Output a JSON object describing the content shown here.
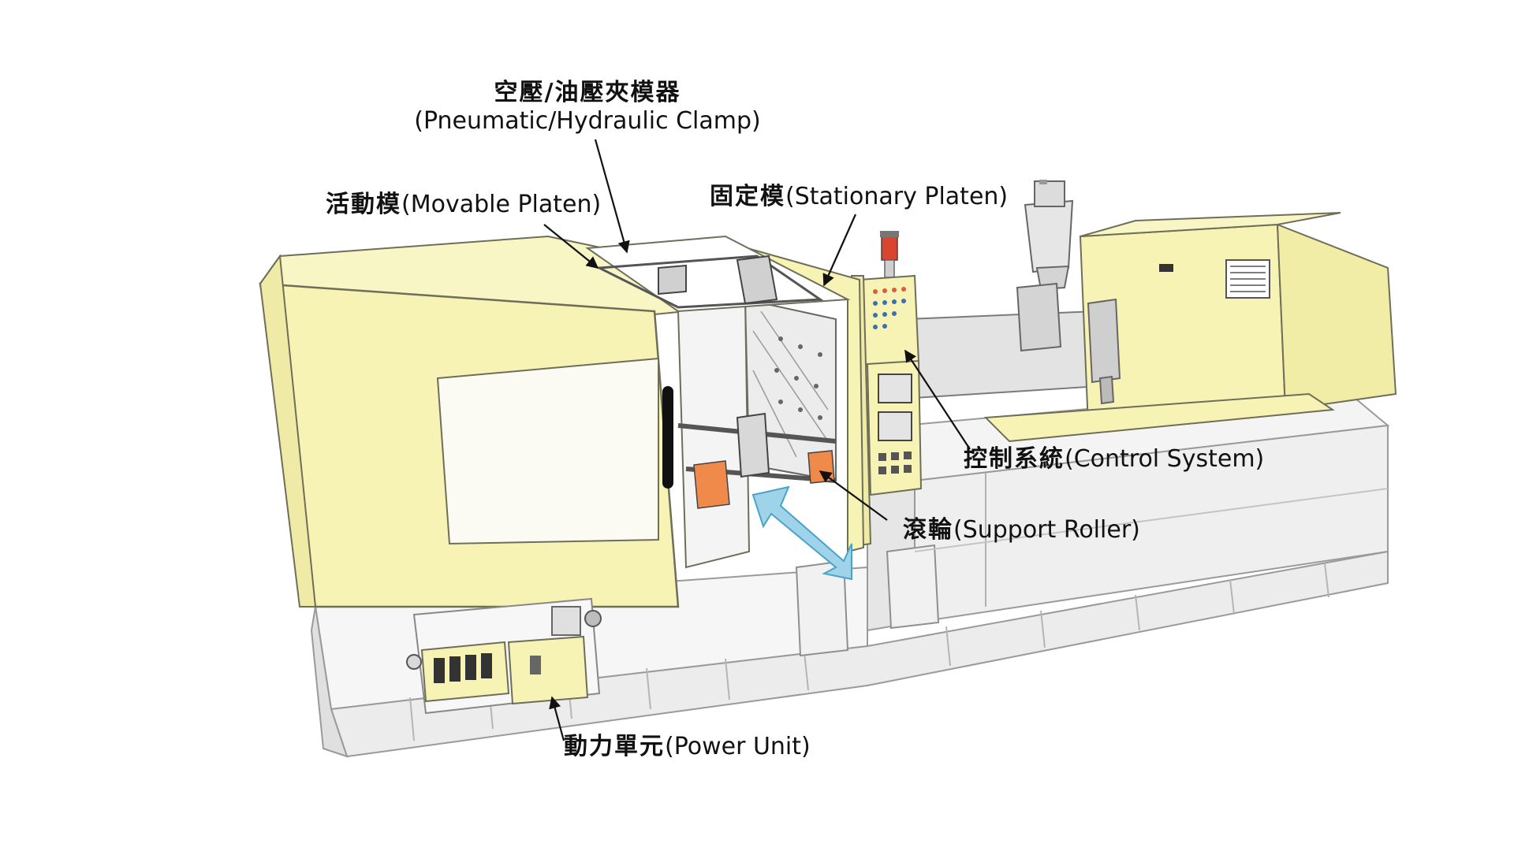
{
  "labels": {
    "clamp": {
      "cjk": "空壓/油壓夾模器",
      "en": "(Pneumatic/Hydraulic Clamp)"
    },
    "movable_platen": {
      "cjk": "活動模",
      "en": "(Movable Platen)"
    },
    "stationary_platen": {
      "cjk": "固定模",
      "en": "(Stationary Platen)"
    },
    "control_system": {
      "cjk": "控制系統",
      "en": "(Control System)"
    },
    "support_roller": {
      "cjk": "滾輪",
      "en": "(Support Roller)"
    },
    "power_unit": {
      "cjk": "動力單元",
      "en": "(Power Unit)"
    }
  },
  "colors": {
    "machine_body": "#f6f3b5",
    "machine_edge": "#6e6e5a",
    "base": "#f2f2f2",
    "arrow": "#9fd3ea",
    "accent_orange": "#ef8a4a",
    "beacon_red": "#d9452f"
  }
}
